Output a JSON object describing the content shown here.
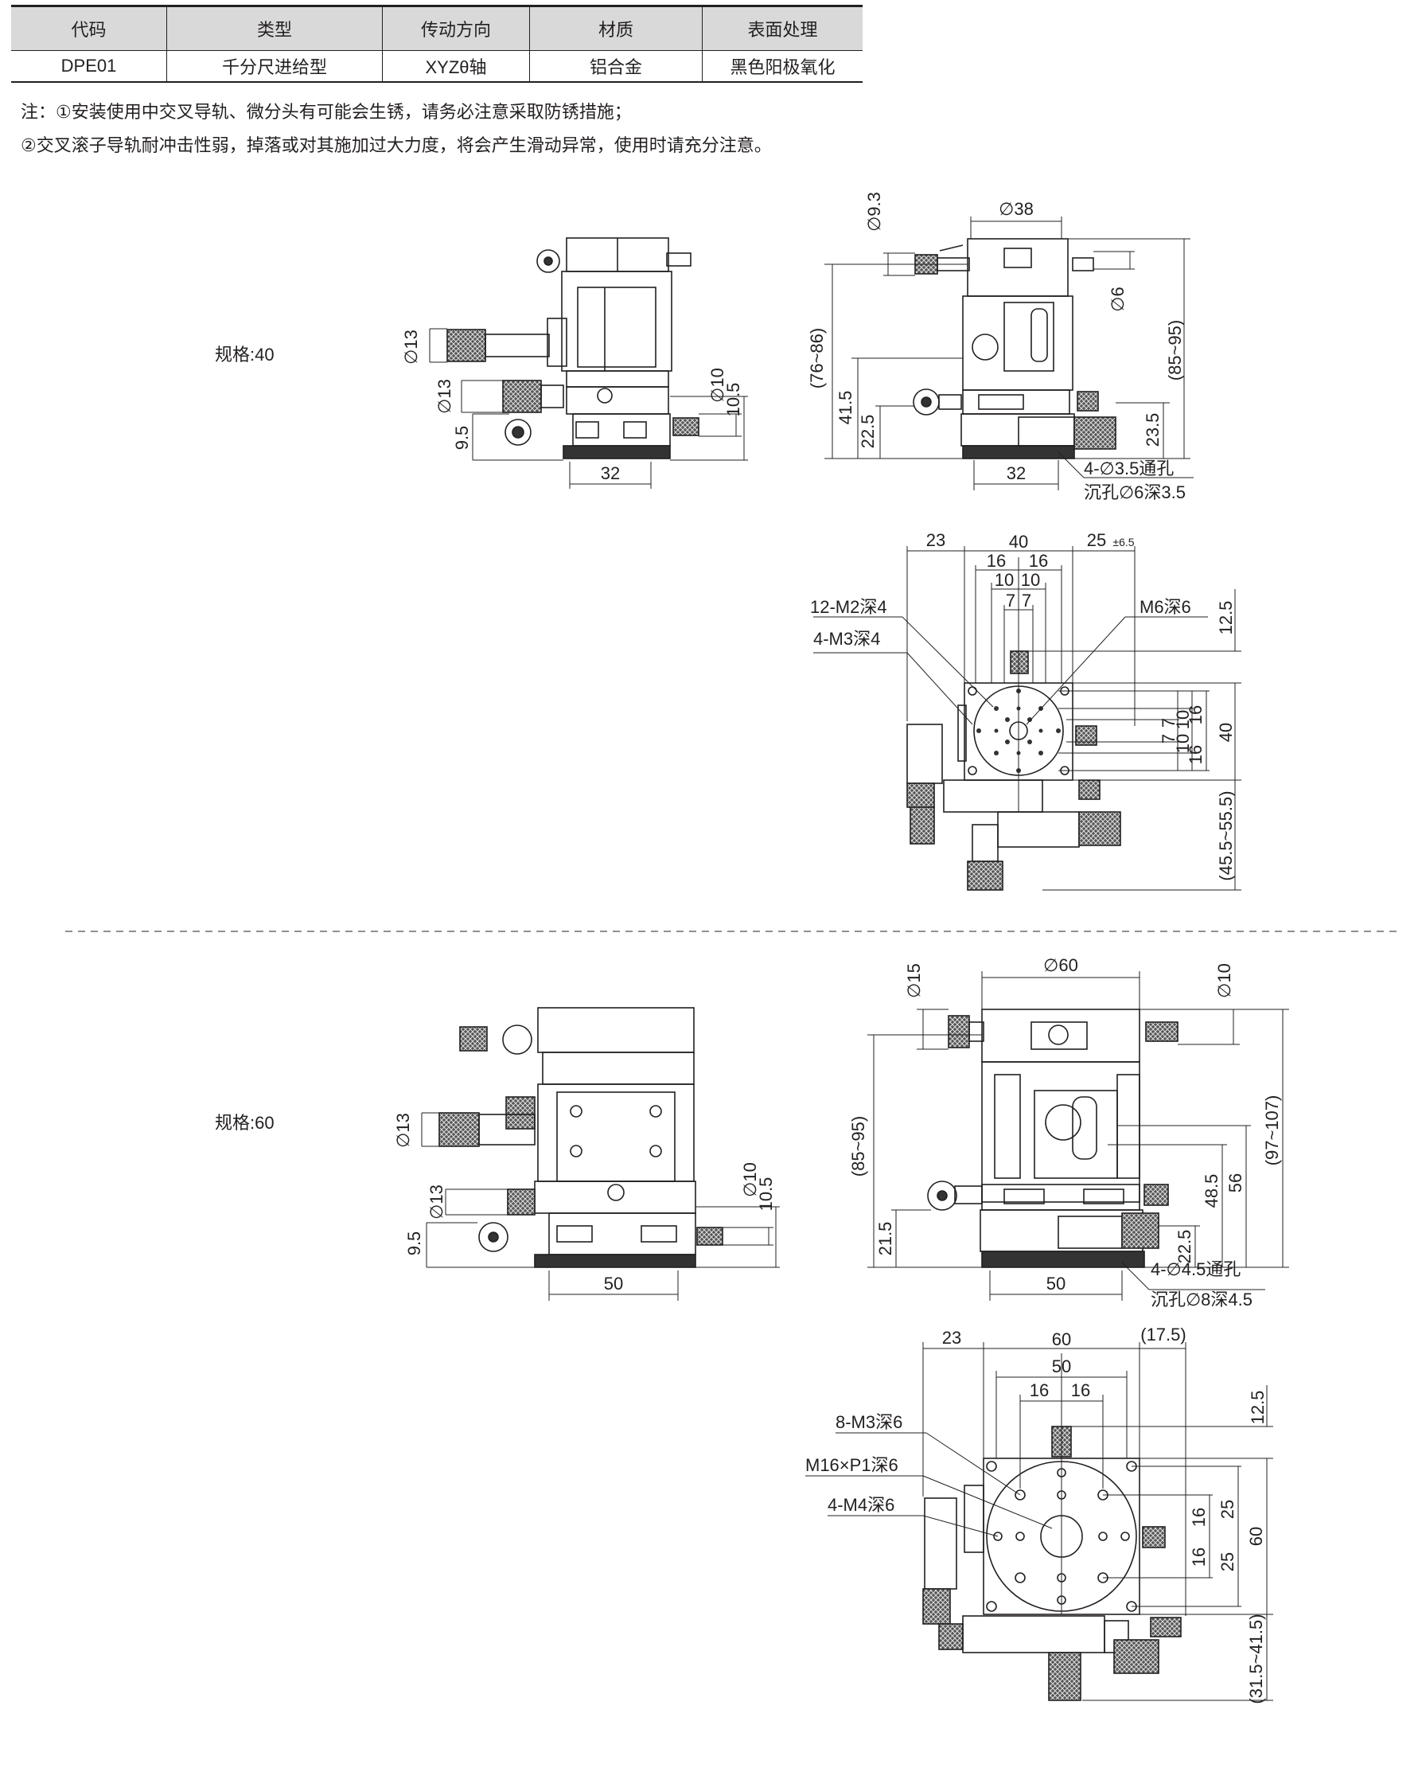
{
  "table": {
    "headers": [
      "代码",
      "类型",
      "传动方向",
      "材质",
      "表面处理"
    ],
    "rows": [
      [
        "DPE01",
        "千分尺进给型",
        "XYZθ轴",
        "铝合金",
        "黑色阳极氧化"
      ]
    ]
  },
  "notes": [
    "注：①安装使用中交叉导轨、微分头有可能会生锈，请务必注意采取防锈措施；",
    "②交叉滚子导轨耐冲击性弱，掉落或对其施加过大力度，将会产生滑动异常，使用时请充分注意。"
  ],
  "spec40": {
    "label": "规格:40",
    "side": {
      "d13a": "∅13",
      "d13b": "∅13",
      "d10": "∅10",
      "h105": "10.5",
      "h95": "9.5",
      "w32": "32"
    },
    "front": {
      "d93": "∅9.3",
      "d38": "∅38",
      "d6": "∅6",
      "h7686": "(76~86)",
      "h8595": "(85~95)",
      "h415": "41.5",
      "h225": "22.5",
      "h235": "23.5",
      "w32": "32",
      "hole": "4-∅3.5通孔",
      "cbore": "沉孔∅6深3.5"
    },
    "top": {
      "w23": "23",
      "w40": "40",
      "w25": "25",
      "w25tol": "±6.5",
      "w16a": "16",
      "w16b": "16",
      "w10a": "10",
      "w10b": "10",
      "w7a": "7",
      "w7b": "7",
      "m2": "12-M2深4",
      "m3": "4-M3深4",
      "m6": "M6深6",
      "h125": "12.5",
      "v16a": "16",
      "v10a": "10",
      "v7a": "7",
      "v7b": "7",
      "v10b": "10",
      "v16b": "16",
      "v40": "40",
      "h4555": "(45.5~55.5)"
    }
  },
  "spec60": {
    "label": "规格:60",
    "side": {
      "d13a": "∅13",
      "d13b": "∅13",
      "d10": "∅10",
      "h105": "10.5",
      "h95": "9.5",
      "w50": "50"
    },
    "front": {
      "d15": "∅15",
      "d60": "∅60",
      "d10": "∅10",
      "h8595": "(85~95)",
      "h97107": "(97~107)",
      "h215": "21.5",
      "h485": "48.5",
      "h56": "56",
      "h225": "22.5",
      "w50": "50",
      "hole": "4-∅4.5通孔",
      "cbore": "沉孔∅8深4.5"
    },
    "top": {
      "w23": "23",
      "w60": "60",
      "w175": "(17.5)",
      "w50": "50",
      "w16a": "16",
      "w16b": "16",
      "m3": "8-M3深6",
      "m16": "M16×P1深6",
      "m4": "4-M4深6",
      "h125": "12.5",
      "v25a": "25",
      "v16a": "16",
      "v16b": "16",
      "v25b": "25",
      "v60": "60",
      "h31541": "(31.5~41.5)"
    }
  }
}
